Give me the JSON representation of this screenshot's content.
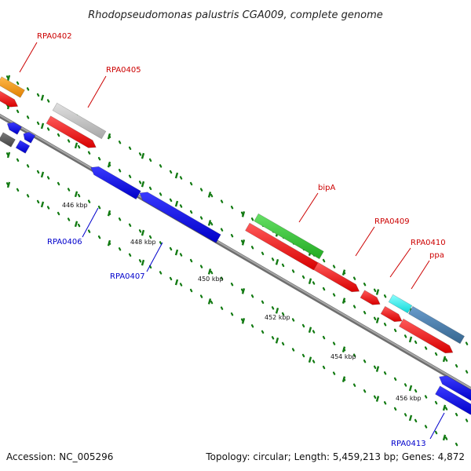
{
  "title": "Rhodopseudomonas palustris CGA009, complete genome",
  "accession": "Accession: NC_005296",
  "summary": "Topology: circular; Length: 5,459,213 bp; Genes: 4,872",
  "colors": {
    "backbone": "#8c8c8c",
    "dots": "#127a12",
    "forward_label": "#cc0000",
    "reverse_label": "#0000cc",
    "cds": "#ff0000",
    "cds_reverse": "#0000ff",
    "orange_feature": "#ff9900",
    "grey_feature": "#c8c8c8",
    "dark_feature": "#5a5a5a",
    "green_feature": "#33cc33",
    "cyan_feature": "#33ffff",
    "steel_feature": "#4682b4"
  },
  "ticks": [
    {
      "label": "446 kbp"
    },
    {
      "label": "448 kbp"
    },
    {
      "label": "450 kbp"
    },
    {
      "label": "452 kbp"
    },
    {
      "label": "454 kbp"
    },
    {
      "label": "456 kbp"
    }
  ],
  "genes": [
    {
      "label": "RPA0402",
      "strand": "forward"
    },
    {
      "label": "RPA0405",
      "strand": "forward"
    },
    {
      "label": "RPA0406",
      "strand": "reverse"
    },
    {
      "label": "RPA0407",
      "strand": "reverse"
    },
    {
      "label": "bipA",
      "strand": "forward"
    },
    {
      "label": "RPA0409",
      "strand": "forward"
    },
    {
      "label": "RPA0410",
      "strand": "forward"
    },
    {
      "label": "ppa",
      "strand": "forward"
    },
    {
      "label": "RPA0413",
      "strand": "reverse"
    }
  ]
}
